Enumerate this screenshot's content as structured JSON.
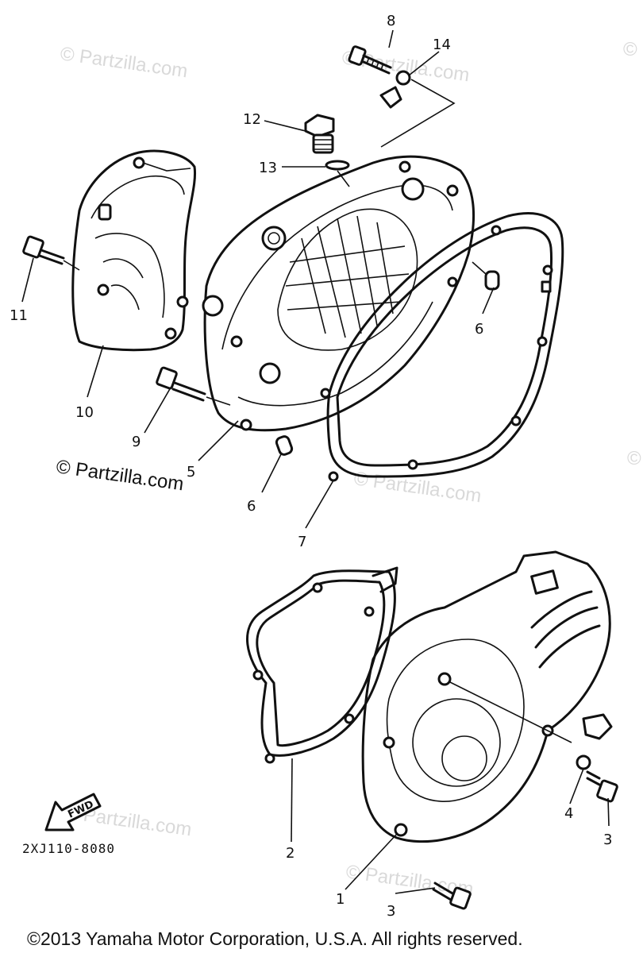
{
  "watermarks": [
    "© Partzilla.com",
    "© Partzilla.com",
    "© Partzilla.com",
    "© Partzilla.com",
    "© Partzilla.com",
    "© Partzilla.com",
    "© Partzilla.com"
  ],
  "watermark_main": "© Partzilla.com",
  "diagram_code": "2XJ110-8080",
  "fwd_label": "FWD",
  "callouts": [
    "8",
    "14",
    "12",
    "13",
    "11",
    "10",
    "9",
    "5",
    "6",
    "6",
    "7",
    "2",
    "1",
    "3",
    "3",
    "4"
  ],
  "copyright": "©2013 Yamaha Motor Corporation, U.S.A. All rights reserved."
}
